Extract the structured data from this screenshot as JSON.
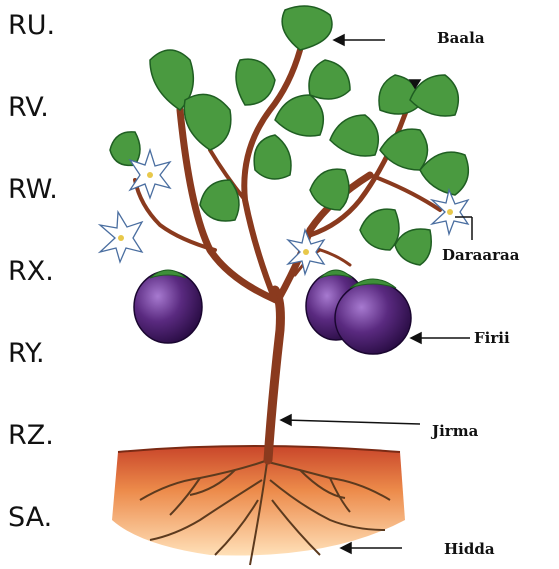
{
  "options": [
    "RU.",
    "RV.",
    "RW.",
    "RX.",
    "RY.",
    "RZ.",
    "SA."
  ],
  "labels": {
    "leaf": "Baala",
    "flower": "Daraaraa",
    "fruit": "Firii",
    "stem": "Jirma",
    "root": "Hidda"
  },
  "colors": {
    "leaf": "#3f8f3a",
    "leaf_dark": "#1f5e22",
    "stem": "#8a3a1e",
    "fruit": "#4b1c6b",
    "soil": "#e77a3c",
    "root": "#6a4a2a"
  }
}
